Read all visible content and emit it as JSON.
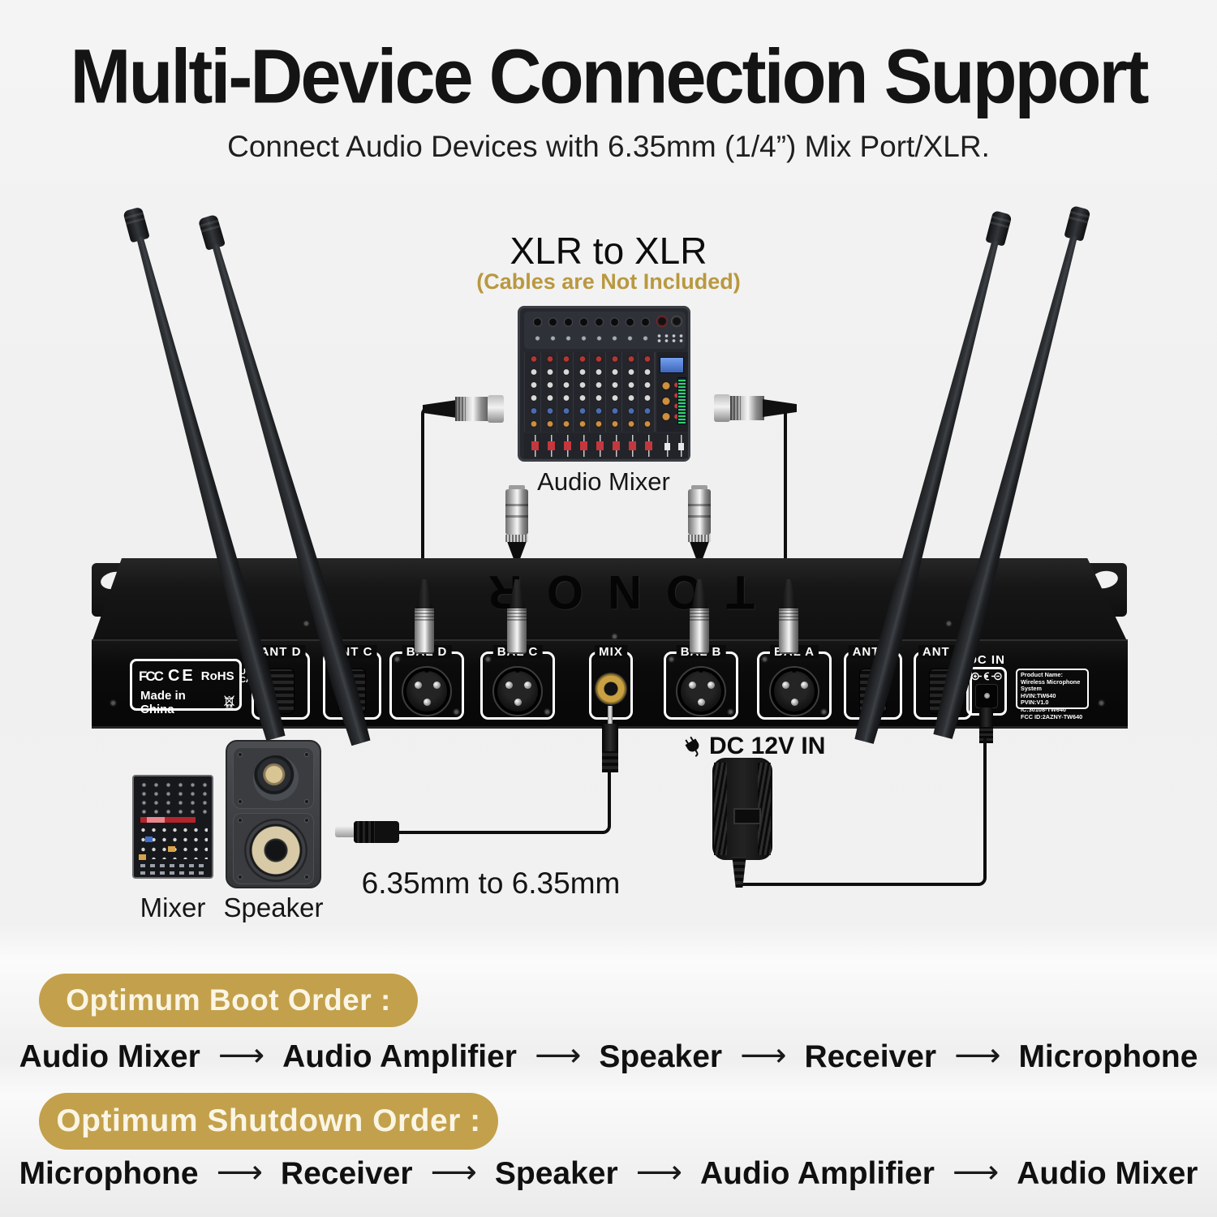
{
  "colors": {
    "accent_gold": "#c3a04b",
    "note_gold": "#b9983f",
    "text_dark": "#141414",
    "rack_black": "#0b0b0b",
    "mix_jack_gold": "#c9a143"
  },
  "header": {
    "title": "Multi-Device Connection Support",
    "subtitle": "Connect Audio Devices with 6.35mm (1/4”) Mix Port/XLR."
  },
  "xlr_section": {
    "heading": "XLR to XLR",
    "note": "(Cables are Not Included)",
    "mixer_caption": "Audio Mixer"
  },
  "receiver": {
    "brand": "TONOR",
    "cert": {
      "fcc": "FCC",
      "ce": "CE",
      "rohs": "RoHS",
      "ukca_line1": "UK",
      "ukca_line2": "CA",
      "made": "Made in China"
    },
    "ports": {
      "ant_d": "ANT D",
      "ant_c": "ANT C",
      "bal_d": "BAL D",
      "bal_c": "BAL C",
      "mix": "MIX",
      "bal_b": "BAL B",
      "bal_a": "BAL A",
      "ant_b": "ANT B",
      "ant_a": "ANT A",
      "dc_in": "DC IN"
    },
    "product_label": {
      "lines": [
        "Product Name:",
        "Wireless Microphone System",
        "HVIN:TW640",
        "PVIN:V1.0",
        "IC:30108-TW640",
        "FCC ID:2AZNY-TW640"
      ]
    }
  },
  "connections": {
    "jack_cable": "6.35mm to 6.35mm",
    "dc_power": "DC 12V IN"
  },
  "devices": {
    "mixer": "Mixer",
    "speaker": "Speaker"
  },
  "orders": {
    "arrow": "⟶",
    "boot": {
      "badge": "Optimum Boot Order :",
      "sequence": [
        "Audio Mixer",
        "Audio Amplifier",
        "Speaker",
        "Receiver",
        "Microphone"
      ]
    },
    "shutdown": {
      "badge": "Optimum Shutdown Order :",
      "sequence": [
        "Microphone",
        "Receiver",
        "Speaker",
        "Audio Amplifier",
        "Audio Mixer"
      ]
    }
  },
  "icons": {
    "plug": "power-plug-icon",
    "polarity": "dc-polarity-icon",
    "weee": "weee-bin-icon"
  }
}
